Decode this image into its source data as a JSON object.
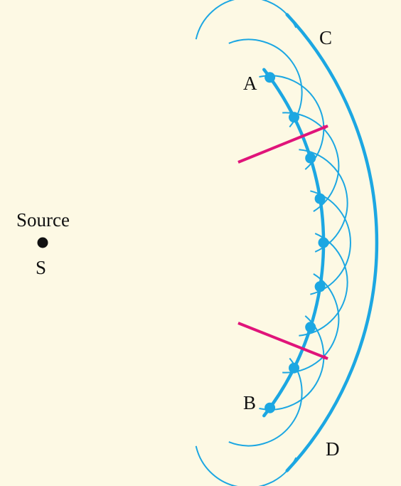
{
  "diagram": {
    "source_label": "Source",
    "source_point_label": "S",
    "point_a_label": "A",
    "point_b_label": "B",
    "point_c_label": "C",
    "point_d_label": "D",
    "colors": {
      "background": "#fdf9e4",
      "wavefront": "#1ca7e2",
      "arrow": "#e0147a",
      "text": "#111111"
    }
  }
}
